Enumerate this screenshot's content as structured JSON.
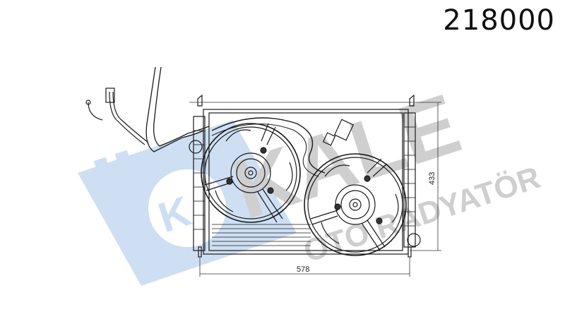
{
  "header": {
    "part_number": "218000"
  },
  "watermark": {
    "brand": "KALE",
    "badge_letters": "K",
    "subtitle": "OTO RADYATÖR",
    "brand_color": "#c8c8c8",
    "badge_color": "#c9dcf2"
  },
  "drawing": {
    "subject": "radiator with dual cooling fan assembly",
    "dimensions": {
      "width_label": "578",
      "height_label": "433"
    },
    "line_color": "#1a1a1a"
  }
}
